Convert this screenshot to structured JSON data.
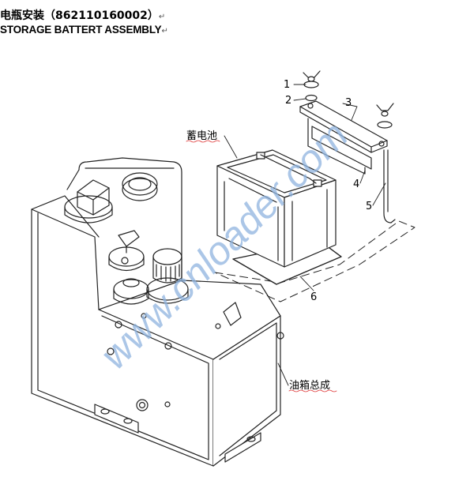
{
  "title": {
    "chinese": "电瓶安装（862110160002）",
    "english": "STORAGE BATTERT ASSEMBLY",
    "mark": "↵"
  },
  "callouts": {
    "c1": "1",
    "c2": "2",
    "c3": "3",
    "c4": "4",
    "c5": "5",
    "c6": "6"
  },
  "labels": {
    "battery": "蓄电池",
    "tank": "油箱总成"
  },
  "watermark": "www.cnloader.com"
}
